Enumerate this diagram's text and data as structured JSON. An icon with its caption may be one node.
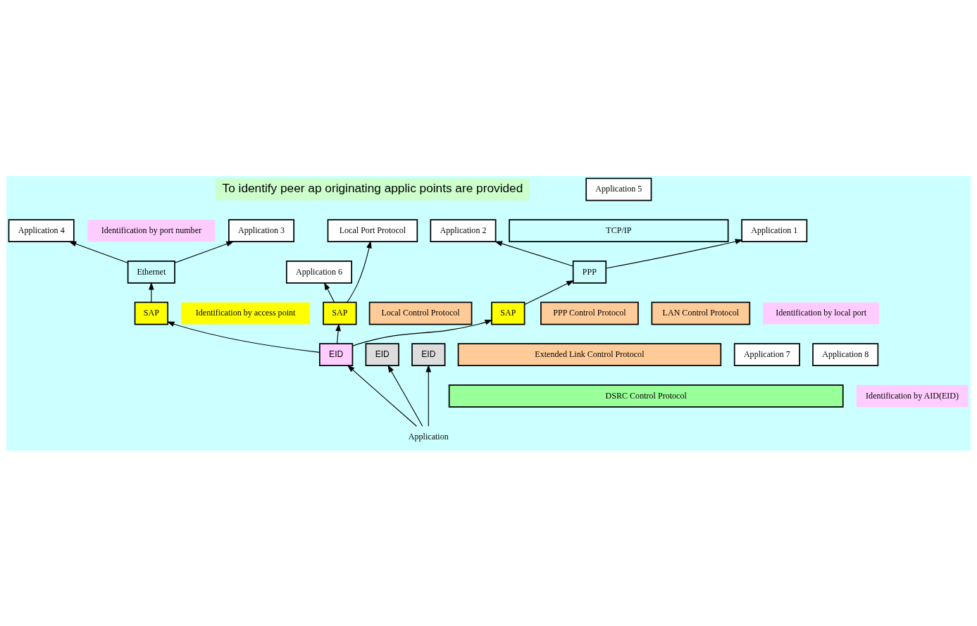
{
  "diagram": {
    "nodes": [
      {
        "text": [
          "Application 1"
        ]
      },
      {
        "text": [
          "Application 2"
        ]
      },
      {
        "text": [
          "Application 3"
        ]
      },
      {
        "text": [
          "Application 4"
        ]
      },
      {
        "text": [
          "Application 5"
        ]
      },
      {
        "text": [
          "TCP/IP"
        ]
      },
      {
        "text": [
          "Local Port Protocol"
        ]
      },
      {
        "text": [
          "Application 6"
        ]
      },
      {
        "text": [
          "PPP"
        ]
      },
      {
        "text": [
          "Ethernet"
        ]
      },
      {
        "text": [
          "PPP Control Protocol"
        ]
      },
      {
        "text": [
          "LAN Control Protocol"
        ]
      },
      {
        "text": [
          "Local Control Protocol"
        ]
      },
      {
        "text": [
          "SAP"
        ]
      },
      {
        "text": [
          "SAP"
        ]
      },
      {
        "text": [
          "SAP"
        ]
      },
      {
        "text": [
          "Extended Link Control Protocol"
        ]
      },
      {
        "text": [
          "EID"
        ]
      },
      {
        "text": [
          "Application 7"
        ]
      },
      {
        "text": [
          "Application 8"
        ]
      },
      {
        "text": [
          "EID"
        ]
      },
      {
        "text": [
          "EID"
        ]
      },
      {
        "text": [
          "DSRC Control Protocol"
        ]
      },
      {
        "text": [
          "Application"
        ]
      },
      {
        "text": [
          "To identify peer ap originating applic points are provided"
        ]
      }
    ],
    "edges": [
      {
        "from": 8,
        "to": 0,
        "arrow": "to"
      },
      {
        "from": 8,
        "to": 1,
        "arrow": "to"
      },
      {
        "from": 9,
        "to": 2,
        "arrow": "to"
      },
      {
        "from": 9,
        "to": 3,
        "arrow": "to"
      },
      {
        "from": 13,
        "to": 8,
        "arrow": "to"
      },
      {
        "from": 14,
        "to": 9,
        "arrow": "to"
      },
      {
        "from": 15,
        "to": 6,
        "arrow": "to"
      },
      {
        "from": 15,
        "to": 7,
        "arrow": "to"
      },
      {
        "from": 17,
        "to": 13,
        "arrow": "to"
      },
      {
        "from": 17,
        "to": 14,
        "arrow": "to"
      },
      {
        "from": 17,
        "to": 15,
        "arrow": "to"
      },
      {
        "from": 23,
        "to": 17,
        "arrow": "to"
      },
      {
        "from": 23,
        "to": 20,
        "arrow": "to"
      },
      {
        "from": 23,
        "to": 21,
        "arrow": "to"
      }
    ],
    "labels": [
      "Identification by port number",
      "Identification by local port",
      "Identification by access point",
      "Identification by AID(EID)"
    ]
  }
}
